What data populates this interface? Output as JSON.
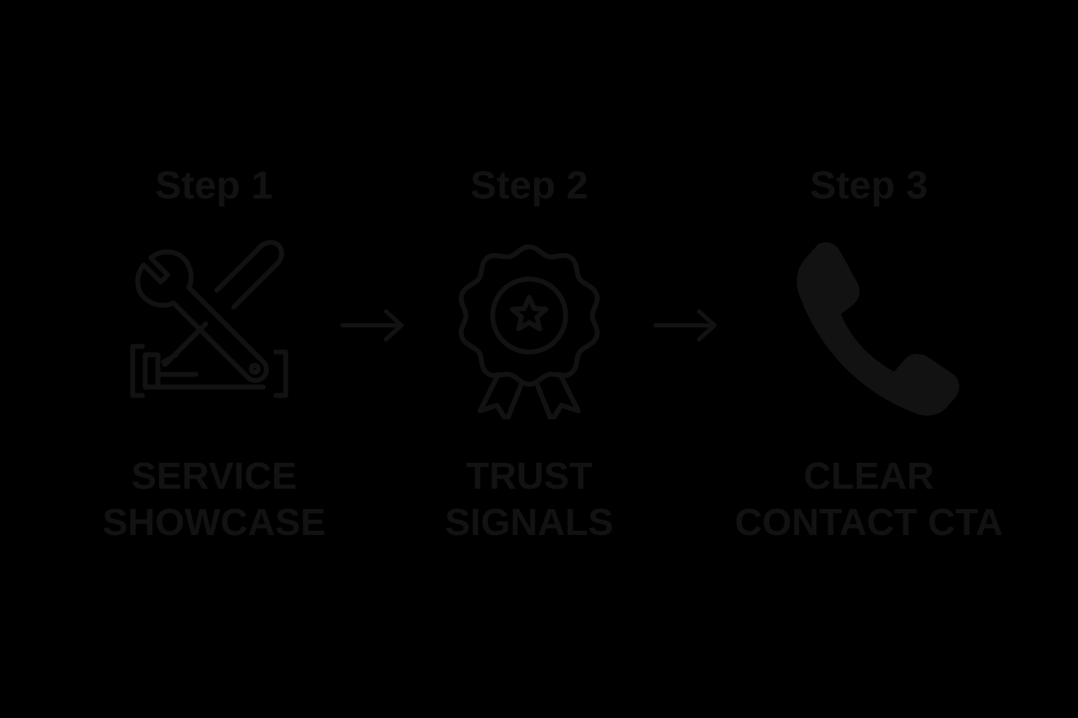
{
  "steps": [
    {
      "title": "Step 1",
      "icon": "wrench-and-screwdriver-icon",
      "caption_lines": [
        "SERVICE",
        "SHOWCASE"
      ]
    },
    {
      "title": "Step 2",
      "icon": "award-ribbon-star-icon",
      "caption_lines": [
        "TRUST",
        "SIGNALS"
      ]
    },
    {
      "title": "Step 3",
      "icon": "phone-handset-icon",
      "caption_lines": [
        "CLEAR",
        "CONTACT CTA"
      ]
    }
  ],
  "connectors": [
    "arrow-right-icon",
    "arrow-right-icon"
  ],
  "colors": {
    "background": "#000000",
    "foreground": "#121212"
  }
}
